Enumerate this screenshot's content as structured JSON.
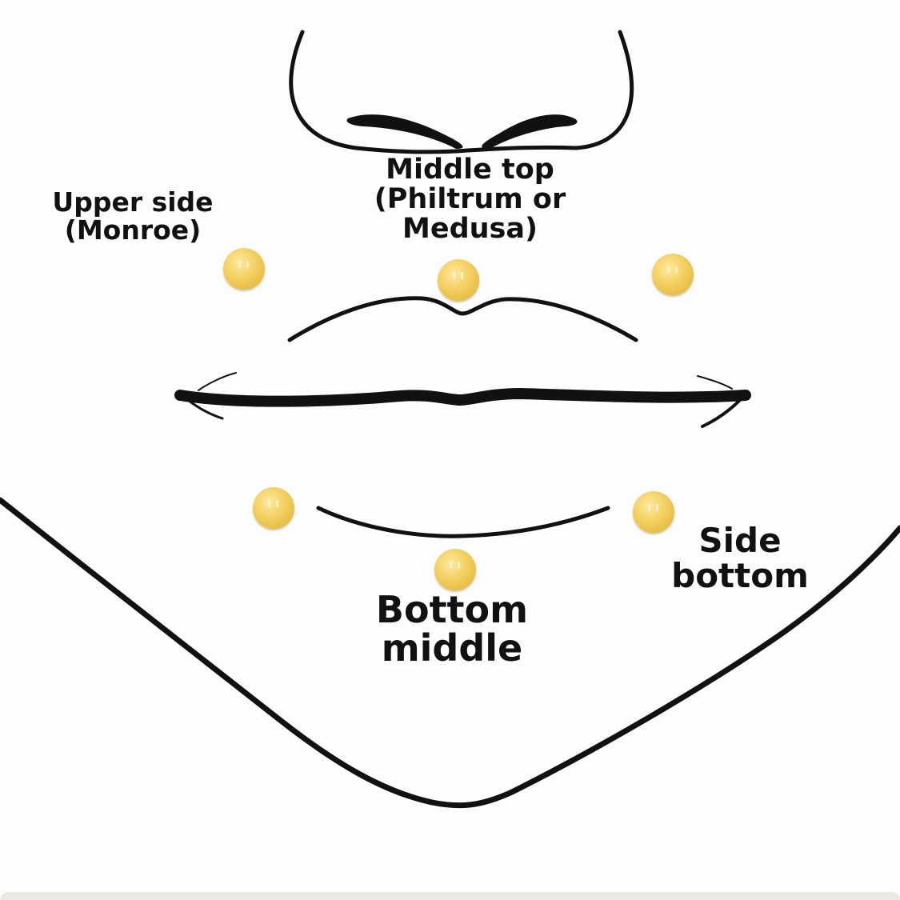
{
  "labels": {
    "upper_side": [
      "Upper side",
      "(Monroe)"
    ],
    "middle_top": [
      "Middle top",
      "(Philtrum or",
      "Medusa)"
    ],
    "side_bottom": [
      "Side",
      "bottom"
    ],
    "bottom_middle": [
      "Bottom",
      "middle"
    ]
  },
  "colors": {
    "line": "#111111",
    "stud_gold": "#f3cf5e",
    "background": "#fdfdfd"
  }
}
